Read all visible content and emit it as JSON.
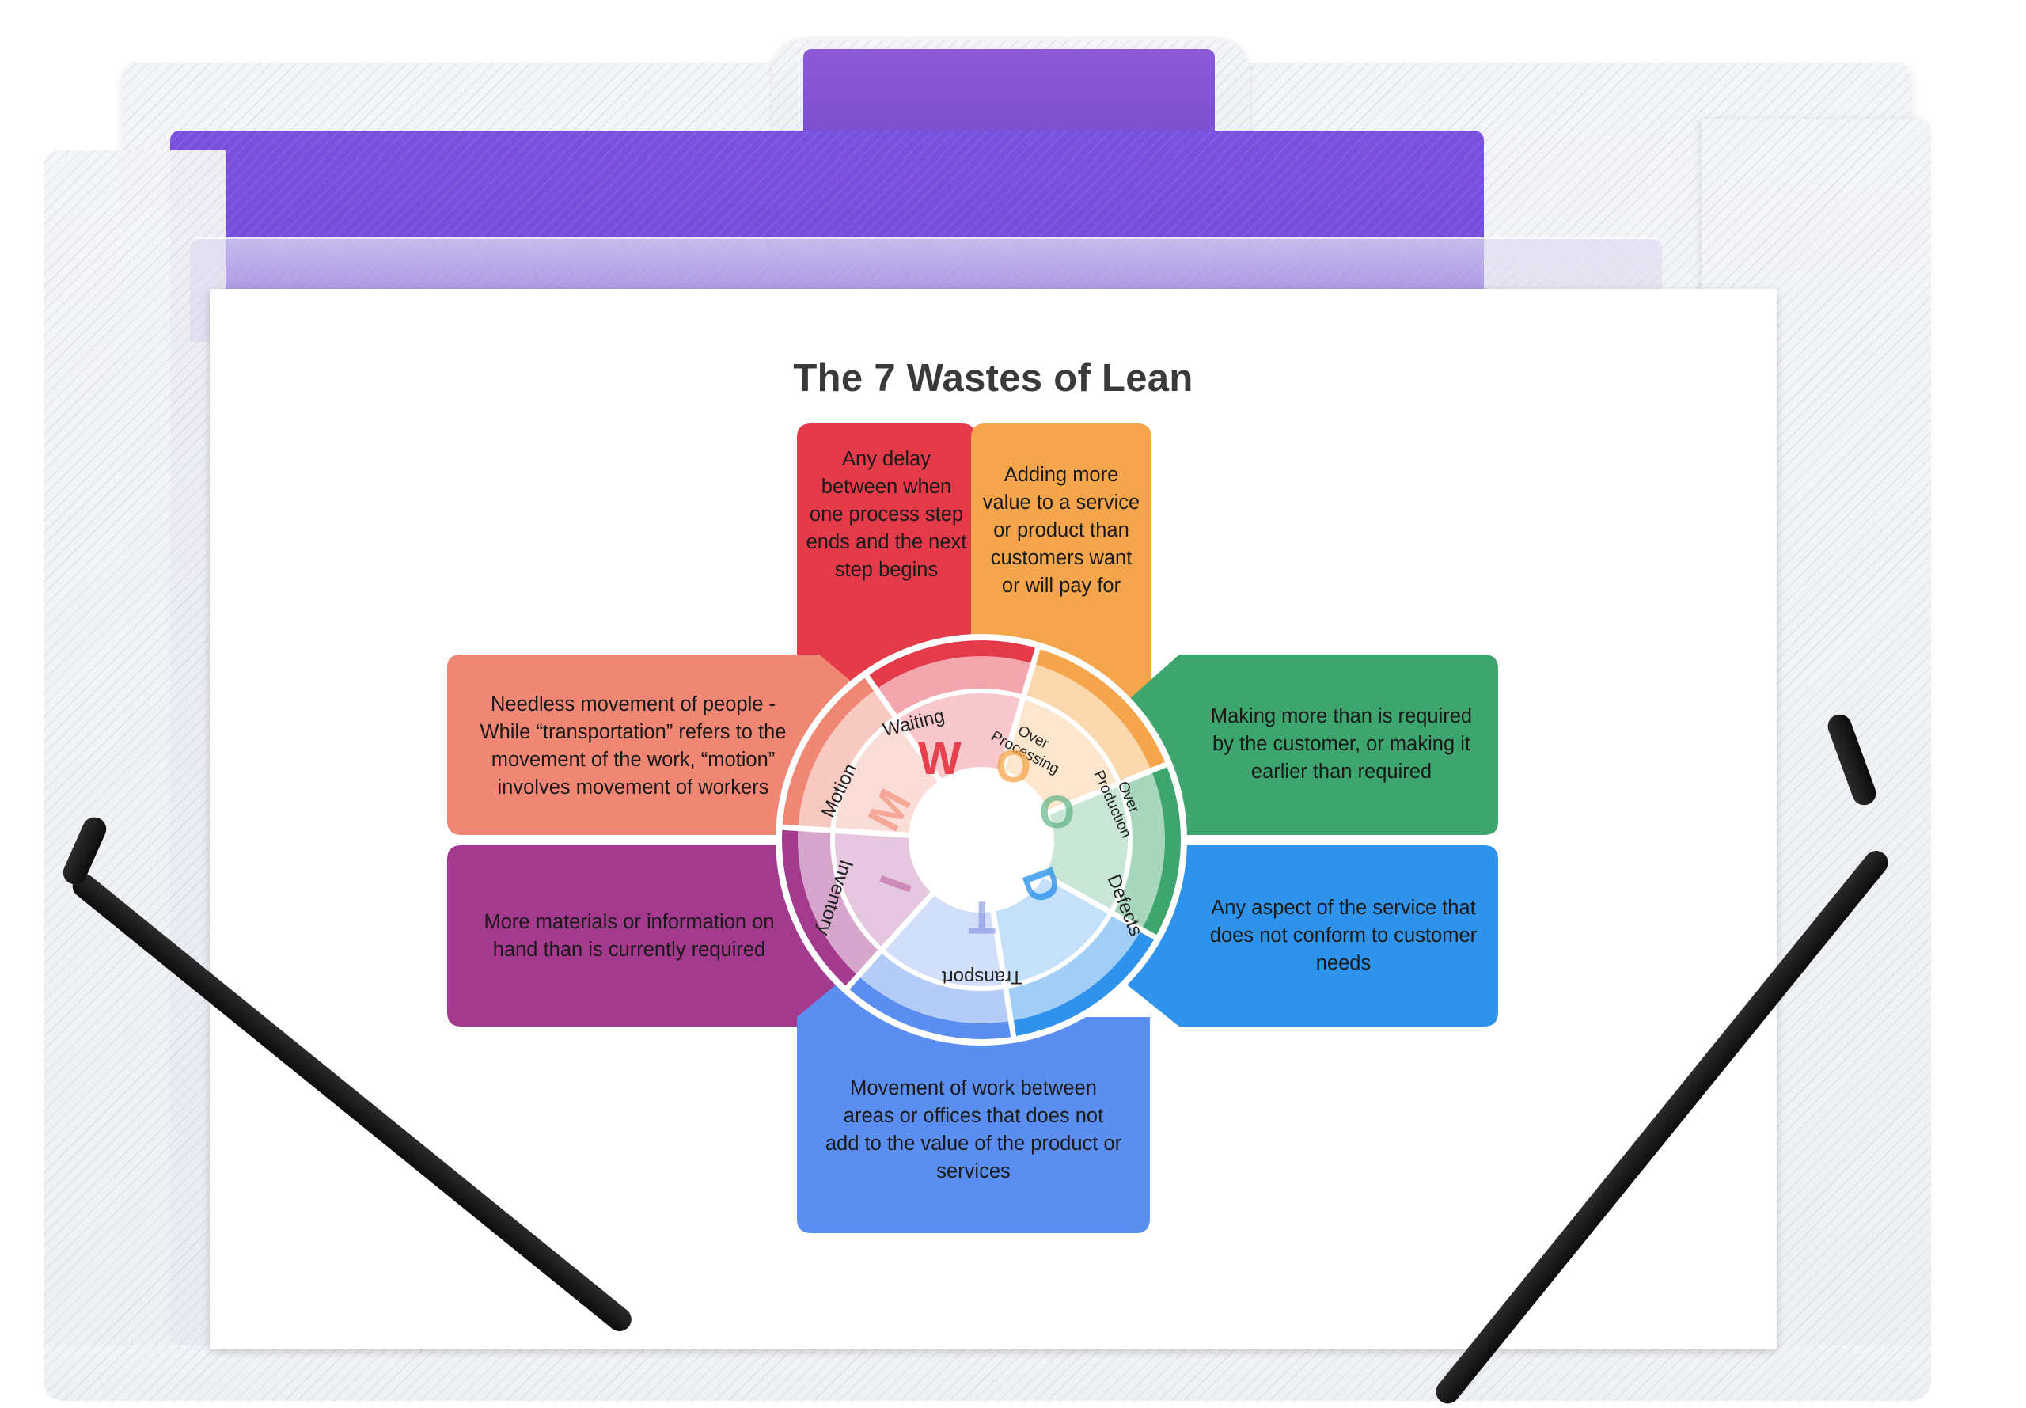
{
  "poster": {
    "title": "The 7 Wastes of Lean",
    "wastes": [
      {
        "key": "waiting",
        "label": "Waiting",
        "letter": "W",
        "color": "#e53a49",
        "description": "Any delay between when one process step ends and the next step begins"
      },
      {
        "key": "over_processing",
        "label": "Over Processing",
        "letter": "O",
        "color": "#f5a54b",
        "description": "Adding more value to a service or product than customers want or will pay for"
      },
      {
        "key": "over_production",
        "label": "Over Production",
        "letter": "O",
        "color": "#3fa56e",
        "description": "Making more than is required by the customer, or making it earlier than required"
      },
      {
        "key": "defects",
        "label": "Defects",
        "letter": "D",
        "color": "#2f93ec",
        "description": "Any aspect of the service that does not conform to customer needs"
      },
      {
        "key": "transport",
        "label": "Transport",
        "letter": "T",
        "color": "#5a8ef0",
        "description": "Movement of work between areas or offices that does not add to the value of the product or services"
      },
      {
        "key": "inventory",
        "label": "Inventory",
        "letter": "I",
        "color": "#a33a8d",
        "description": "More materials or information on hand than is currently required"
      },
      {
        "key": "motion",
        "label": "Motion",
        "letter": "M",
        "color": "#f08674",
        "description": "Needless movement of people - While “transportation” refers to the movement of the work, “motion” involves movement of workers"
      }
    ]
  },
  "colors": {
    "folder_purple": "#6f4bd8",
    "elastic_band": "#111111",
    "ring_inner": "#ffffff"
  }
}
